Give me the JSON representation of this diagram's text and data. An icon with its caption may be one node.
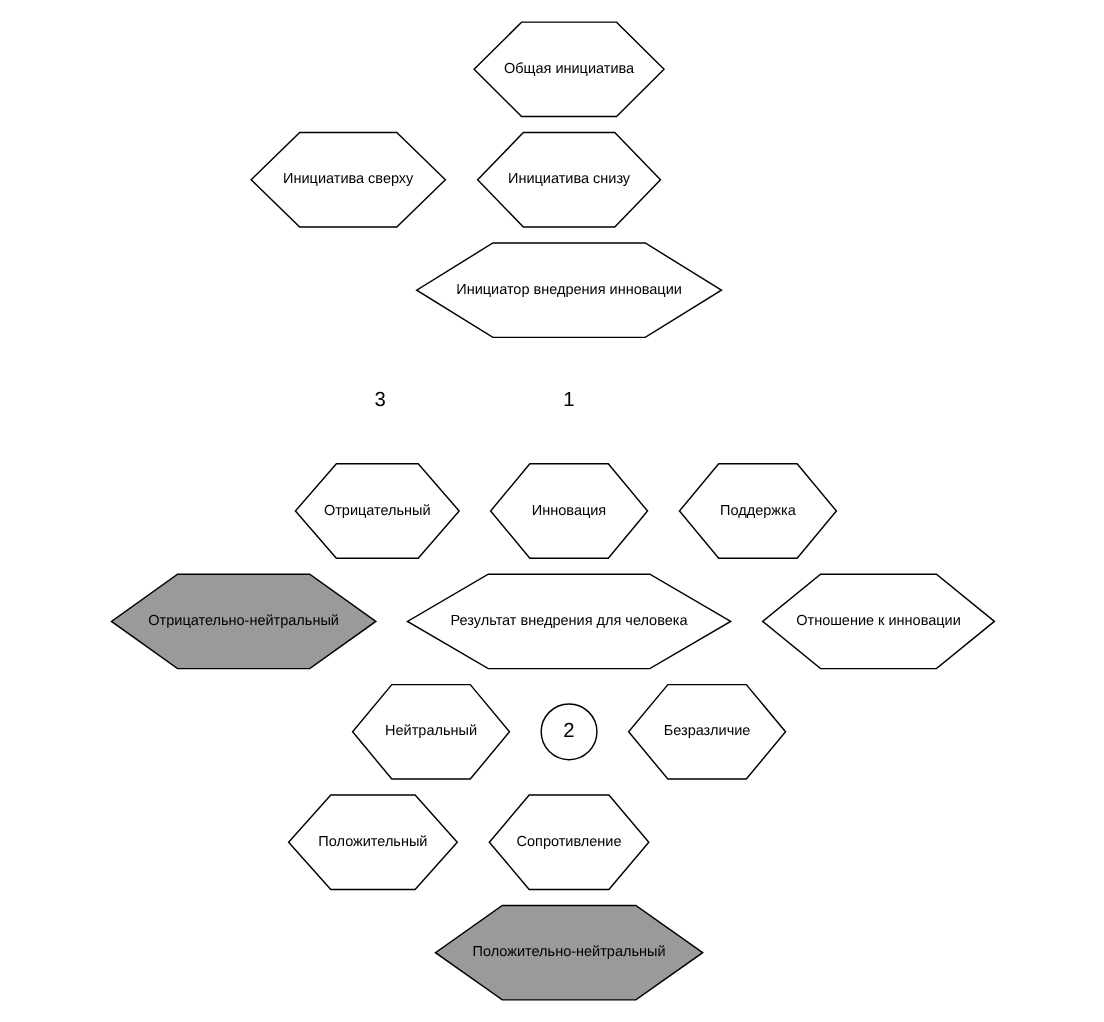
{
  "diagram": {
    "nodes": [
      {
        "text": [
          "Общая инициатива"
        ]
      },
      {
        "text": [
          "Инициатива сверху"
        ]
      },
      {
        "text": [
          "Инициатива снизу"
        ]
      },
      {
        "text": [
          "Инициатор внедрения инновации"
        ]
      },
      {
        "text": [
          "Отрицательный"
        ]
      },
      {
        "text": [
          "Инновация"
        ]
      },
      {
        "text": [
          "Поддержка"
        ]
      },
      {
        "text": [
          "Отрицательно-нейтральный"
        ]
      },
      {
        "text": [
          "Результат внедрения для человека"
        ]
      },
      {
        "text": [
          "Отношение к инновации"
        ]
      },
      {
        "text": [
          "Нейтральный"
        ]
      },
      {
        "text": [
          "Безразличие"
        ]
      },
      {
        "text": [
          "Положительный"
        ]
      },
      {
        "text": [
          "Сопротивление"
        ]
      },
      {
        "text": [
          "Положительно-нейтральный"
        ]
      }
    ],
    "labels": [
      "3",
      "1",
      "2"
    ]
  }
}
